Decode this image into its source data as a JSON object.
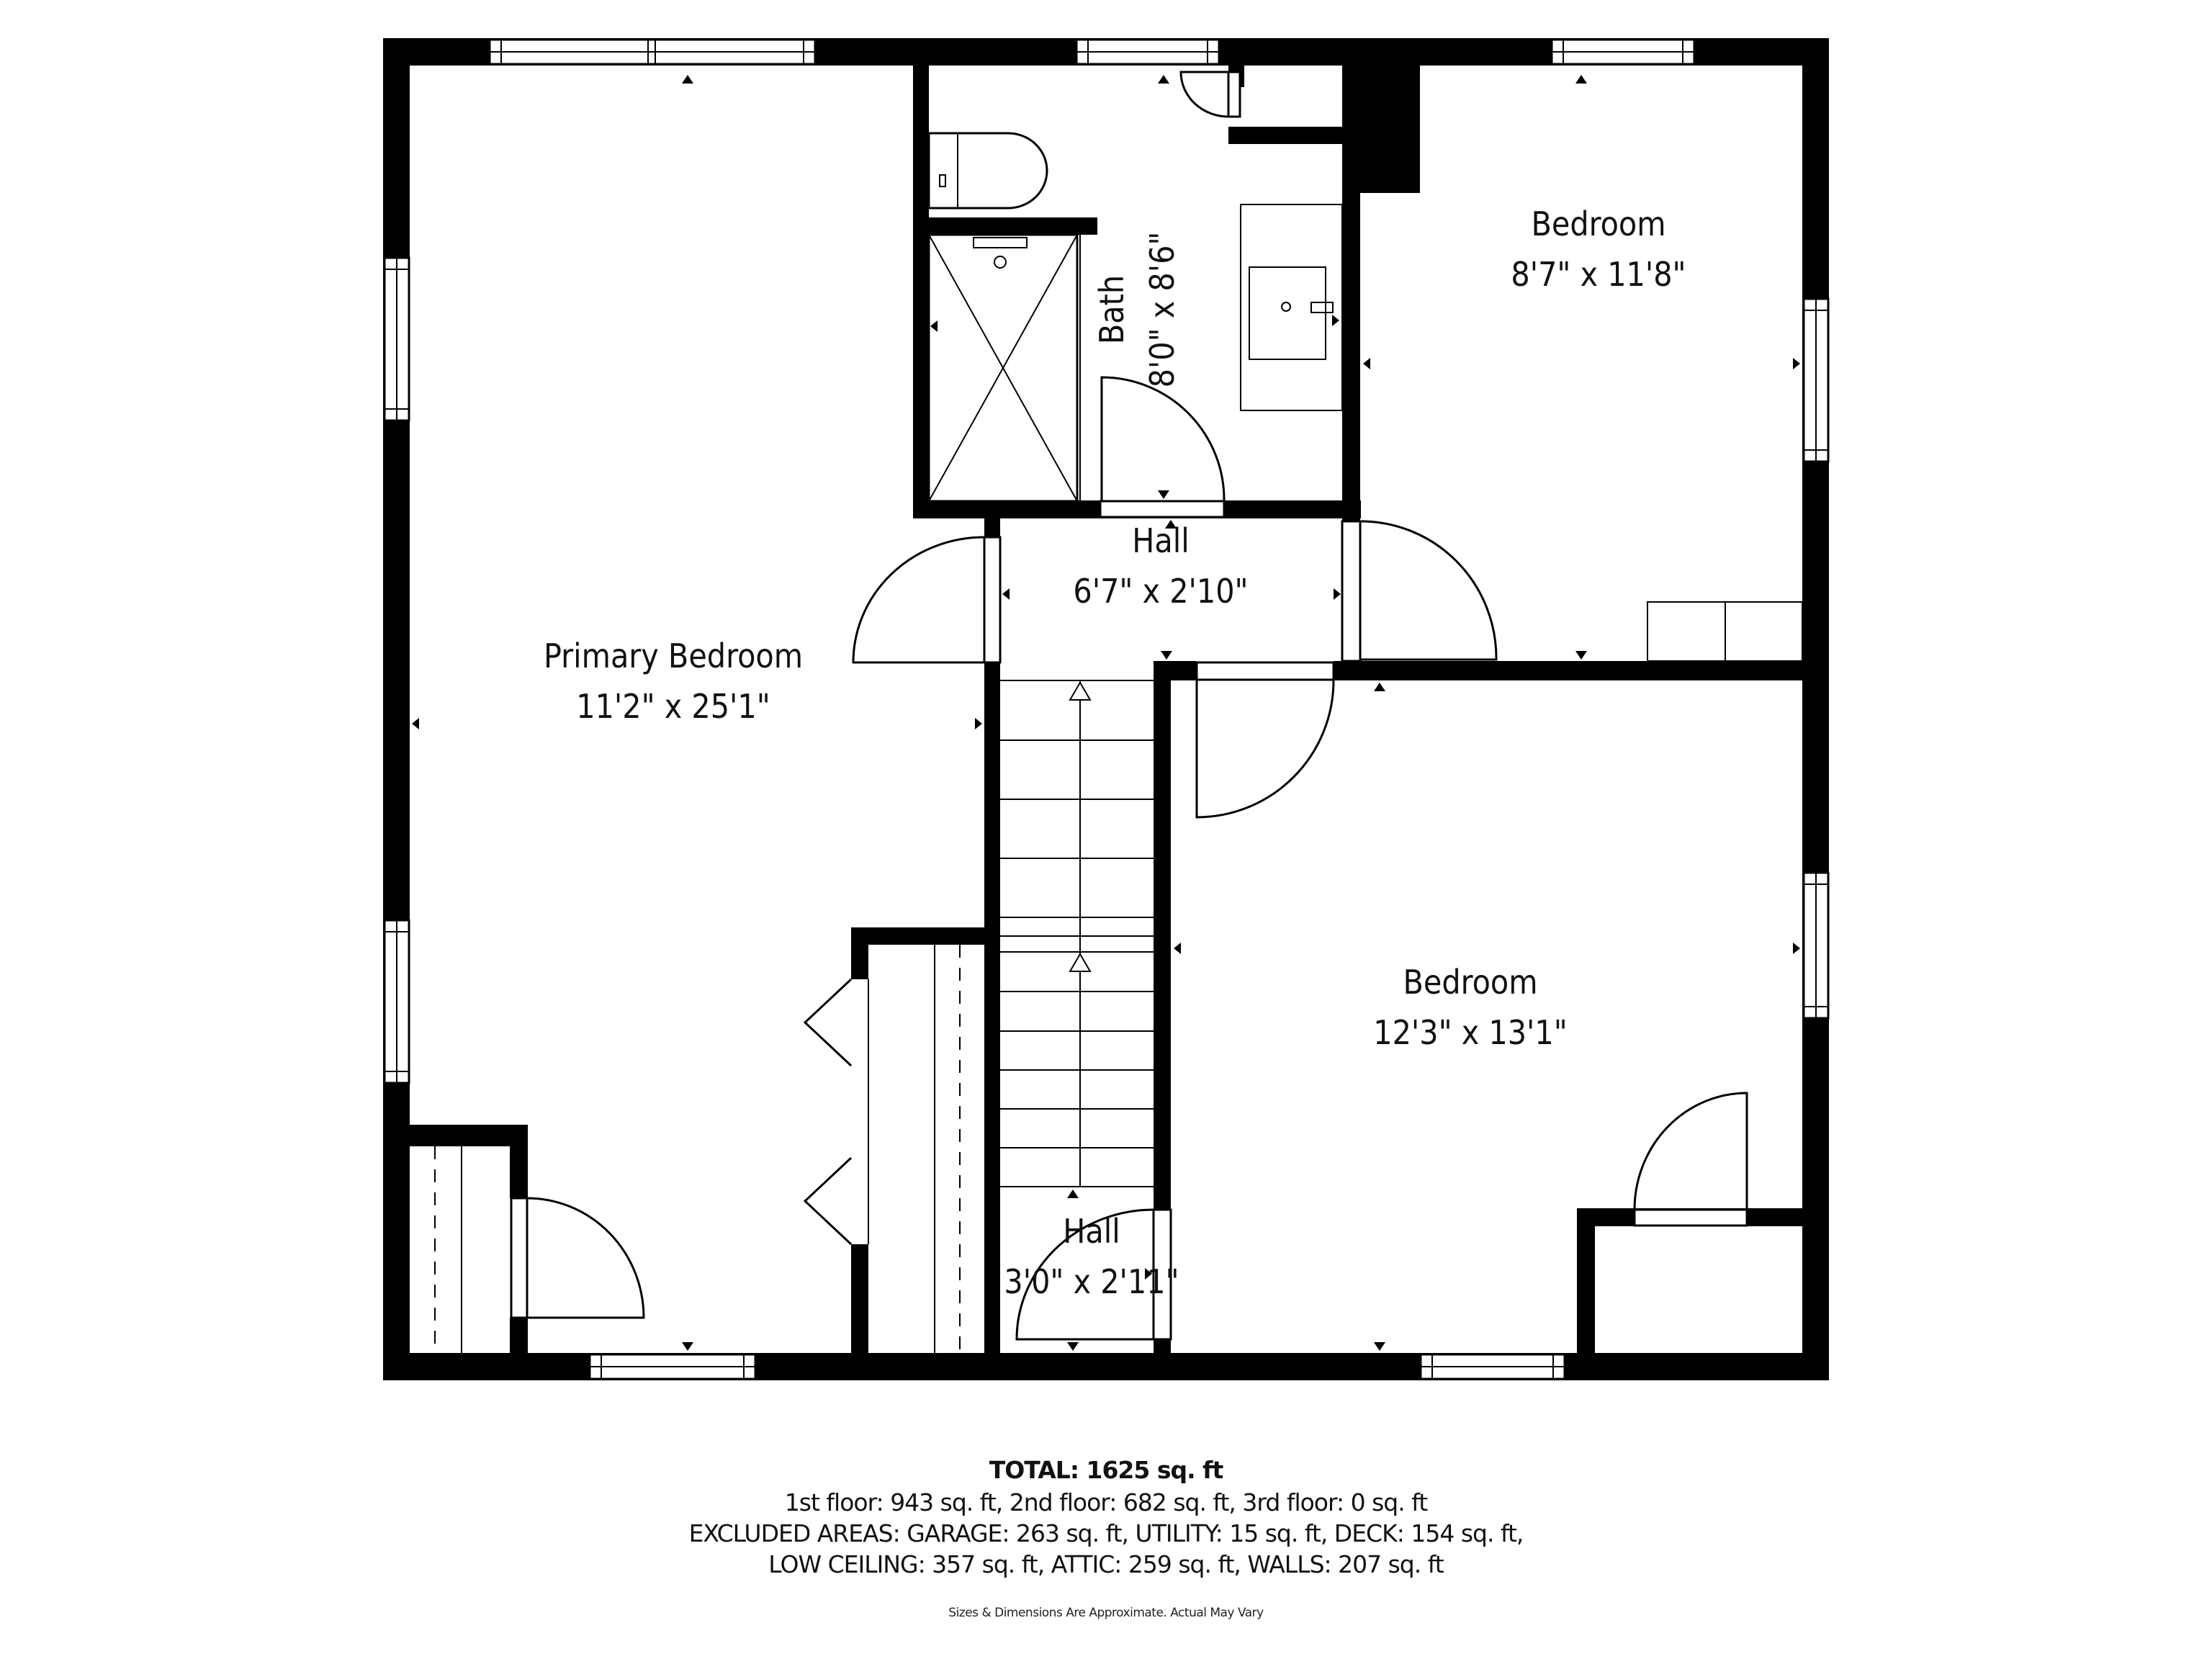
{
  "floorplan": {
    "rooms": [
      {
        "name": "Primary Bedroom",
        "dims": "11'2\" x 25'1\""
      },
      {
        "name": "Bath",
        "dims": "8'0\" x 8'6\""
      },
      {
        "name": "Bedroom",
        "dims": "8'7\" x 11'8\""
      },
      {
        "name": "Hall",
        "dims": "6'7\" x 2'10\""
      },
      {
        "name": "Bedroom",
        "dims": "12'3\" x 13'1\""
      },
      {
        "name": "Hall",
        "dims": "3'0\" x 2'11\""
      }
    ],
    "colors": {
      "wall": "#000000",
      "background": "#ffffff",
      "text": "#111111"
    }
  },
  "summary": {
    "total": "TOTAL: 1625 sq. ft",
    "floors": "1st floor: 943 sq. ft, 2nd floor: 682 sq. ft, 3rd floor: 0 sq. ft",
    "excluded_1": "EXCLUDED AREAS: GARAGE: 263 sq. ft, UTILITY: 15 sq. ft, DECK: 154 sq. ft,",
    "excluded_2": "LOW CEILING: 357 sq. ft, ATTIC: 259 sq. ft, WALLS: 207 sq. ft",
    "disclaimer": "Sizes & Dimensions Are Approximate. Actual May Vary"
  }
}
